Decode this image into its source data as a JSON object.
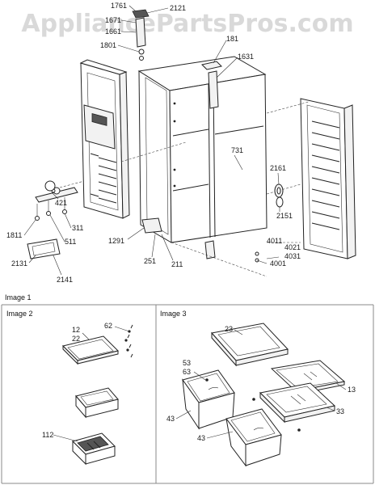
{
  "watermark": "AppliancePartsPros.com",
  "sections": {
    "image1": "Image 1",
    "image2": "Image 2",
    "image3": "Image 3"
  },
  "callouts": {
    "c1761": "1761",
    "c2121": "2121",
    "c1671": "1671",
    "c1661": "1661",
    "c1801": "1801",
    "c181": "181",
    "c1631": "1631",
    "c731": "731",
    "c421": "421",
    "c311": "311",
    "c1811": "1811",
    "c511": "511",
    "c2131": "2131",
    "c2141": "2141",
    "c1291": "1291",
    "c251": "251",
    "c211": "211",
    "c2161": "2161",
    "c2151": "2151",
    "c4011": "4011",
    "c4021": "4021",
    "c4031": "4031",
    "c4001": "4001",
    "c12": "12",
    "c22": "22",
    "c62": "62",
    "c112": "112",
    "c23": "23",
    "c53": "53",
    "c63": "63",
    "c13": "13",
    "c43a": "43",
    "c33": "33",
    "c43b": "43"
  }
}
